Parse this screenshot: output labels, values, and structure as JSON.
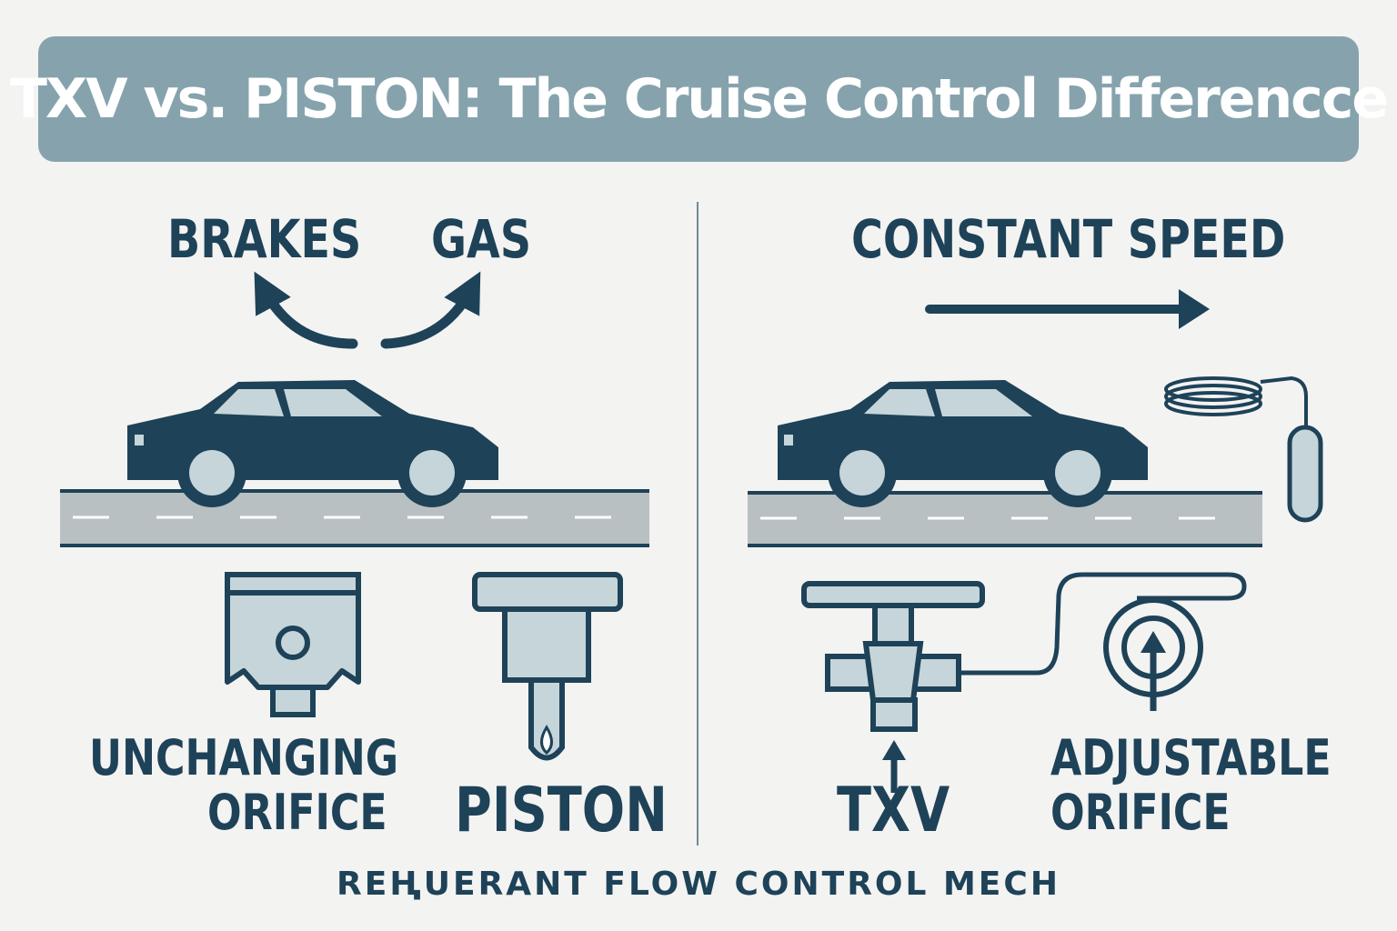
{
  "title": "TXV vs.  PISTON: The Cruise Control Differencce",
  "left_panel": {
    "brakes_label": "BRAKES",
    "gas_label": "GAS",
    "orifice_line1": "UNCHANGING",
    "orifice_line2": "ORIFICE",
    "piston_label": "PISTON"
  },
  "right_panel": {
    "speed_label": "CONSTANT SPEED",
    "txv_label": "TXV",
    "orifice_line1": "ADJUSTABLE",
    "orifice_line2": "ORIFICE"
  },
  "footer": "REⱧUERANT FLOW CONTROL MECH",
  "colors": {
    "dark_navy": "#1e4258",
    "light_blue": "#c5d5d9",
    "banner": "#86a3ad",
    "road": "#b8c0c2",
    "background": "#f3f3f2"
  }
}
